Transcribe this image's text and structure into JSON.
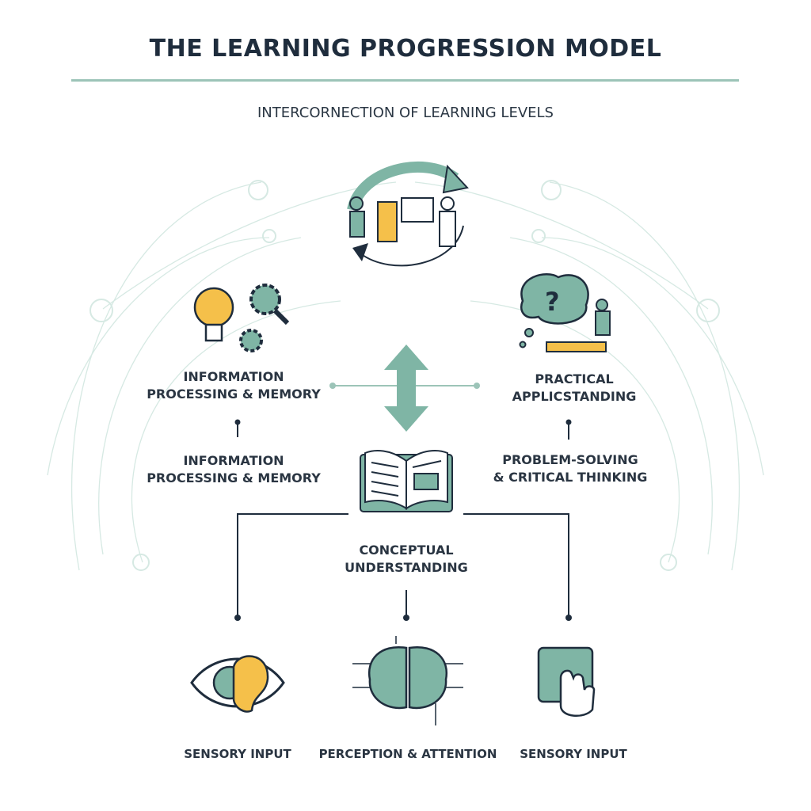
{
  "title": "THE LEARNING PROGRESSION MODEL",
  "subtitle": "INTERCORNECTION OF LEARNING LEVELS",
  "nodes": {
    "info_top": {
      "line1": "INFORMATION",
      "line2": "PROCESSING & MEMORY"
    },
    "info_mid": {
      "line1": "INFORMATION",
      "line2": "PROCESSING & MEMORY"
    },
    "practical": {
      "line1": "PRACTICAL",
      "line2": "APPLICSTANDING"
    },
    "problem": {
      "line1": "PROBLEM-SOLVING",
      "line2": "& CRITICAL THINKING"
    },
    "conceptual": {
      "line1": "CONCEPTUAL",
      "line2": "UNDERSTANDING"
    },
    "sensory_left": "SENSORY INPUT",
    "perception": "PERCEPTION & ATTENTION",
    "sensory_right": "SENSORY INPUT"
  },
  "icons": [
    "cycle-teaching-icon",
    "lightbulb-gears-icon",
    "thinking-person-icon",
    "double-arrow-icon",
    "open-book-icon",
    "eye-ear-icon",
    "brain-icon",
    "touch-screen-icon"
  ],
  "colors": {
    "navy": "#1f2d3d",
    "teal": "#7fb5a5",
    "yellow": "#f5c04a",
    "rule": "#9cc4b8"
  }
}
